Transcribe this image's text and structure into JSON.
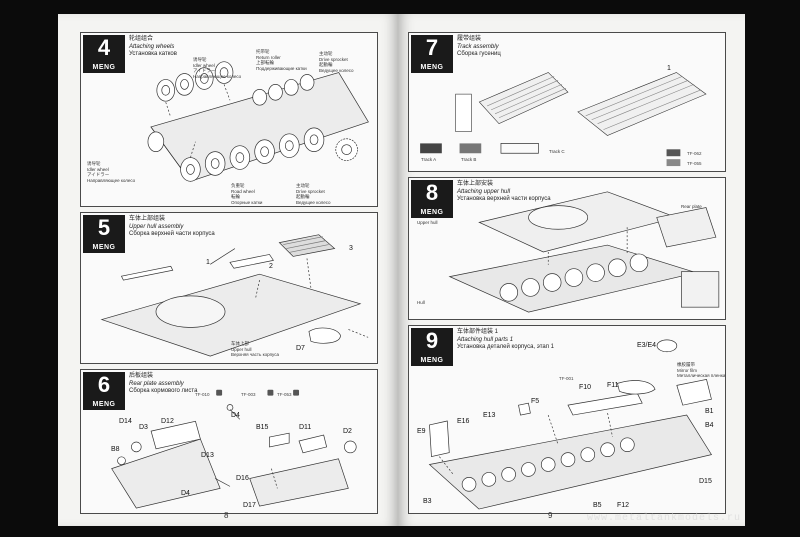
{
  "brand": "MENG",
  "steps": {
    "s4": {
      "number": "4",
      "t1": "轮组组合",
      "t2": "Attaching wheels",
      "t3": "Установка катков",
      "parts": [
        {
          "cn": "诱导轮",
          "en": "Idler wheel",
          "jp": "アイドラー",
          "ru": "Направляющее колесо"
        },
        {
          "cn": "托带轮",
          "en": "Return roller",
          "jp": "上部転輪",
          "ru": "Поддерживающие катки"
        },
        {
          "cn": "主动轮",
          "en": "Drive sprocket",
          "jp": "起動輪",
          "ru": "Ведущее колесо"
        },
        {
          "cn": "诱导轮",
          "en": "Idler wheel",
          "jp": "アイドラー",
          "ru": "Направляющее колесо"
        },
        {
          "cn": "负重轮",
          "en": "Road wheel",
          "jp": "転輪",
          "ru": "Опорные катки"
        },
        {
          "cn": "主动轮",
          "en": "Drive sprocket",
          "jp": "起動輪",
          "ru": "Ведущее колесо"
        }
      ]
    },
    "s5": {
      "number": "5",
      "t1": "车体上部组装",
      "t2": "Upper hull assembly",
      "t3": "Сборка верхней части корпуса",
      "labels": {
        "d7": "D7",
        "n1": "1",
        "n2": "2",
        "n3": "3"
      },
      "note": {
        "cn": "车体上部",
        "en": "Upper hull",
        "ru": "Верхняя часть корпуса"
      }
    },
    "s6": {
      "number": "6",
      "t1": "后板组装",
      "t2": "Rear plate assembly",
      "t3": "Сборка кормового листа",
      "labels": {
        "d14": "D14",
        "d12": "D12",
        "d3": "D3",
        "b8": "B8",
        "d13": "D13",
        "d4": "D4",
        "d16": "D16",
        "d17": "D17",
        "b15": "B15",
        "d11": "D11",
        "d2": "D2",
        "d4b": "D4"
      }
    },
    "s7": {
      "number": "7",
      "t1": "履带组装",
      "t2": "Track assembly",
      "t3": "Сборка гусениц",
      "labels": {
        "one": "1",
        "tA": "Track A",
        "tB": "Track B",
        "tC": "Track C"
      }
    },
    "s8": {
      "number": "8",
      "t1": "车体上部安装",
      "t2": "Attaching upper hull",
      "t3": "Установка верхней части корпуса",
      "notes": {
        "upper_hull": "Upper hull",
        "hull": "Hull",
        "rear_plate": "Rear plate"
      }
    },
    "s9": {
      "number": "9",
      "t1": "车体部件组装 1",
      "t2": "Attaching hull parts 1",
      "t3": "Установка деталей корпуса, этап 1",
      "labels": {
        "e3e4": "E3/E4",
        "f10": "F10",
        "f11": "F11",
        "f5": "F5",
        "e13": "E13",
        "e16": "E16",
        "e9": "E9",
        "b1": "B1",
        "b4": "B4",
        "d15": "D15",
        "b3": "B3",
        "b5": "B5",
        "f12": "F12"
      },
      "note": {
        "cn": "橡胶履带",
        "en": "Mirror film",
        "ru": "Металлическая пленка"
      }
    }
  },
  "colors": {
    "tf001": "TF-001",
    "tf003": "TF-003",
    "tf010": "TF-010",
    "tf053": "TF-053",
    "tf062": "TF-062",
    "tf055": "TF-055"
  },
  "page_numbers": {
    "left": "8",
    "right": "9"
  },
  "watermark": "www.metaltankmodels.ru"
}
